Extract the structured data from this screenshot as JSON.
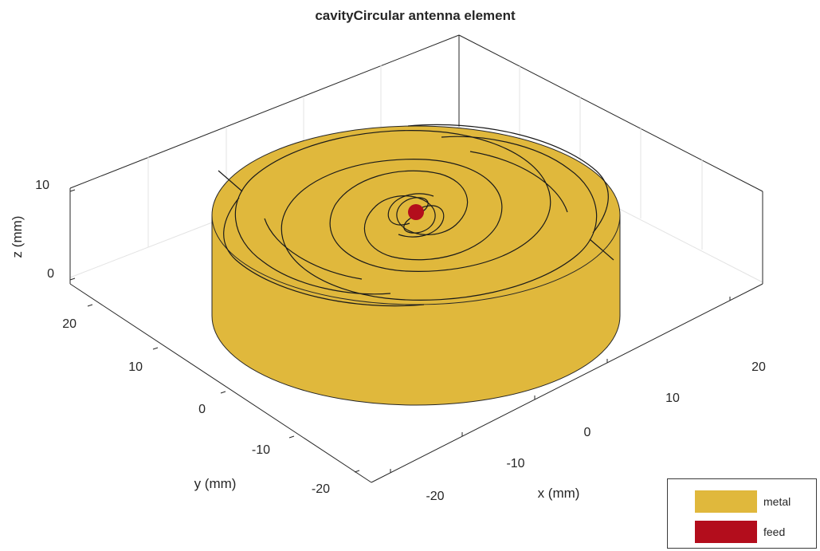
{
  "title": "cavityCircular antenna element",
  "axes": {
    "xlabel": "x (mm)",
    "ylabel": "y (mm)",
    "zlabel": "z (mm)",
    "x_ticks": [
      "-20",
      "-10",
      "0",
      "10",
      "20"
    ],
    "y_ticks": [
      "-20",
      "-10",
      "0",
      "10",
      "20"
    ],
    "z_ticks": [
      "0",
      "10"
    ]
  },
  "legend": {
    "items": [
      {
        "label": "metal",
        "color": "#e0b83c"
      },
      {
        "label": "feed",
        "color": "#b30d1c"
      }
    ]
  },
  "colors": {
    "metal": "#e0b83c",
    "feed": "#b30d1c",
    "box_line": "#262626",
    "grid": "#e6e6e6"
  }
}
